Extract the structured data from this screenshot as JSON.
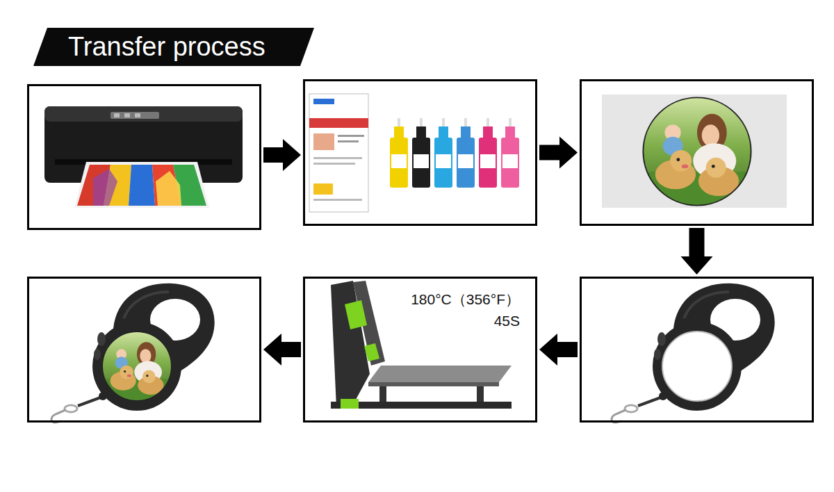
{
  "diagram": {
    "title": "Transfer process",
    "nodes": [
      {
        "text": []
      },
      {
        "text": []
      },
      {
        "text": []
      },
      {
        "text": []
      },
      {
        "text": [
          "180°C（356°F）",
          "45S"
        ]
      },
      {
        "text": []
      }
    ],
    "edges": [
      {
        "from": 0,
        "to": 1,
        "arrow": "to"
      },
      {
        "from": 1,
        "to": 2,
        "arrow": "to"
      },
      {
        "from": 2,
        "to": 3,
        "arrow": "to"
      },
      {
        "from": 3,
        "to": 4,
        "arrow": "to"
      },
      {
        "from": 4,
        "to": 5,
        "arrow": "to"
      }
    ]
  }
}
